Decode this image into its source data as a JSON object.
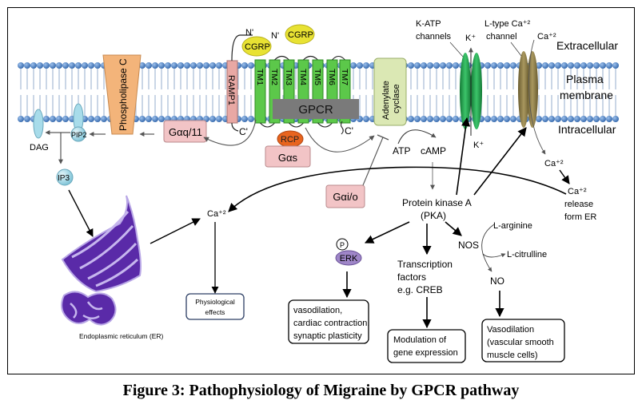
{
  "caption": "Figure 3: Pathophysiology of Migraine by GPCR pathway",
  "regions": {
    "extracellular": "Extracellular",
    "plasma_membrane_line1": "Plasma",
    "plasma_membrane_line2": "membrane",
    "intracellular": "Intracellular"
  },
  "proteins": {
    "phospholipase_c": "Phospholipase C",
    "ramp1": "RAMP1",
    "gpcr": "GPCR",
    "tm_segments": [
      "TM1",
      "TM2",
      "TM3",
      "TM4",
      "TM5",
      "TM6",
      "TM7"
    ],
    "adenylate_cyclase_line1": "Adenylate",
    "adenylate_cyclase_line2": "cyclase",
    "cgrp_bound": "CGRP",
    "cgrp_free": "CGRP",
    "n_terminus_1": "N'",
    "n_terminus_2": "N'",
    "c_terminus_1": "C'",
    "c_terminus_2": "C'",
    "rcp": "RCP",
    "gas": "Gαs",
    "gaq11": "Gαq/11",
    "gaio": "Gαi/o"
  },
  "lipids": {
    "pip2": "PIP2",
    "dag": "DAG",
    "ip3": "IP3"
  },
  "channels": {
    "katp_line1": "K-ATP",
    "katp_line2": "channels",
    "k_out": "K⁺",
    "k_in": "K⁺",
    "ltype_line1": "L-type Ca⁺²",
    "ltype_line2": "channel",
    "ca_out": "Ca⁺²",
    "ca_in": "Ca⁺²"
  },
  "cytosol": {
    "atp": "ATP",
    "camp": "cAMP",
    "pka_line1": "Protein kinase A",
    "pka_line2": "(PKA)",
    "ca_cytosol": "Ca⁺²",
    "ca_release_line1": "Ca⁺²",
    "ca_release_line2": "release",
    "ca_release_line3": "form ER",
    "phospho": "P",
    "erk": "ERK",
    "tf_line1": "Transcription",
    "tf_line2": "factors",
    "tf_line3": "e.g. CREB",
    "nos": "NOS",
    "l_arginine": "L-arginine",
    "l_citrulline": "L-citrulline",
    "no": "NO",
    "er_label": "Endoplasmic reticulum (ER)"
  },
  "outcome_boxes": {
    "physio_line1": "Physiological",
    "physio_line2": "effects",
    "erk_effect_line1": "vasodilation,",
    "erk_effect_line2": "cardiac contraction,",
    "erk_effect_line3": "synaptic plasticity",
    "gene_line1": "Modulation of",
    "gene_line2": "gene expression",
    "vaso_line1": "Vasodilation",
    "vaso_line2": "(vascular smooth",
    "vaso_line3": "muscle cells)"
  },
  "colors": {
    "lipid_head": "#4a7fc0",
    "lipid_tail": "#aebfd8",
    "tm_green": "#5cc84a",
    "gpcr_gray": "#7a7a7a",
    "plc_orange": "#f3b47a",
    "ramp_pink": "#e8a8a4",
    "g_protein_pink": "#f2c4c6",
    "cgrp_yellow": "#e8e233",
    "rcp_orange": "#e8641e",
    "ac_lightgreen": "#dbe8b4",
    "katp_green": "#1f9a4a",
    "ltype_olive": "#8c7c48",
    "er_purple": "#5a2aa8",
    "erk_purple": "#9f86c8",
    "pip2_teal": "#a8dcea"
  }
}
